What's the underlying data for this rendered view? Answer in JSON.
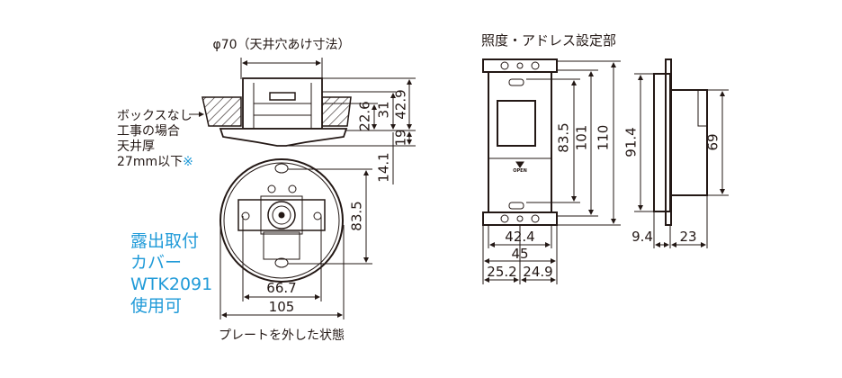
{
  "ceiling_view": {
    "hole_label": "φ70（天井穴あけ寸法）",
    "note_lines": [
      "ボックスなし",
      "工事の場合",
      "天井厚",
      "27mm以下"
    ],
    "note_mark": "※",
    "dims": {
      "d42_9": "42.9",
      "d31": "31",
      "d22_6": "22.6",
      "d19": "19",
      "d14_1": "14.1"
    }
  },
  "plate_removed_view": {
    "dims": {
      "d83_5": "83.5",
      "d66_7": "66.7",
      "d105": "105"
    },
    "caption": "プレートを外した状態"
  },
  "cover_note": {
    "lines": [
      "露出取付",
      "カバー",
      "WTK2091",
      "使用可"
    ],
    "color": "#1f9ad8"
  },
  "setting_unit": {
    "title": "照度・アドレス設定部",
    "open_label": "OPEN",
    "dims": {
      "d83_5": "83.5",
      "d101": "101",
      "d110": "110",
      "d42_4": "42.4",
      "d45": "45",
      "d25_2": "25.2",
      "d24_9": "24.9"
    }
  },
  "side_view": {
    "dims": {
      "d91_4": "91.4",
      "d69": "69",
      "d9_4": "9.4",
      "d23": "23"
    }
  },
  "colors": {
    "line": "#231815",
    "accent": "#1f9ad8"
  }
}
